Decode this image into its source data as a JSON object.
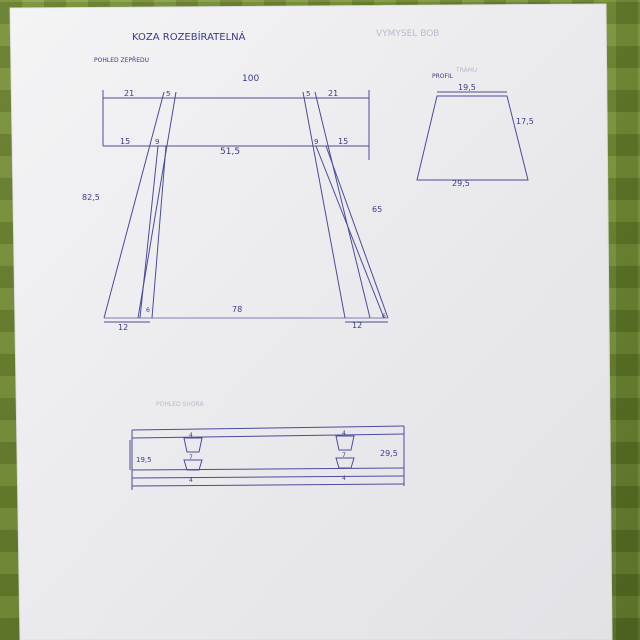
{
  "document": {
    "title": "KOZA ROZEBÍRATELNÁ",
    "author": "VYMYSEL BOB",
    "front_view": {
      "label": "POHLED ZEPŘEDU",
      "dim_top_total": "100",
      "dim_top_left": "21",
      "dim_top_right": "21",
      "dim_top_left_inner": "5",
      "dim_top_right_inner": "5",
      "dim_mid_left": "15",
      "dim_mid_center": "51,5",
      "dim_mid_right": "15",
      "dim_leg_top_left": "9",
      "dim_leg_top_right": "9",
      "dim_height_left": "82,5",
      "dim_height_right": "65",
      "dim_bottom_span": "78",
      "dim_foot_left": "12",
      "dim_foot_right": "12",
      "dim_foot_left_inner": "6",
      "dim_foot_right_inner": "6"
    },
    "profile": {
      "label_a": "PROFIL",
      "label_b": "TRÁMU",
      "dim_top": "19,5",
      "dim_side": "17,5",
      "dim_bottom": "29,5"
    },
    "top_view": {
      "label": "POHLED SHORA",
      "dim_left": "19,5",
      "dim_right": "29,5",
      "block_top_left": "4",
      "block_mid_left": "7",
      "block_bot_left": "4",
      "block_top_right": "4",
      "block_mid_right": "7",
      "block_bot_right": "4"
    }
  }
}
